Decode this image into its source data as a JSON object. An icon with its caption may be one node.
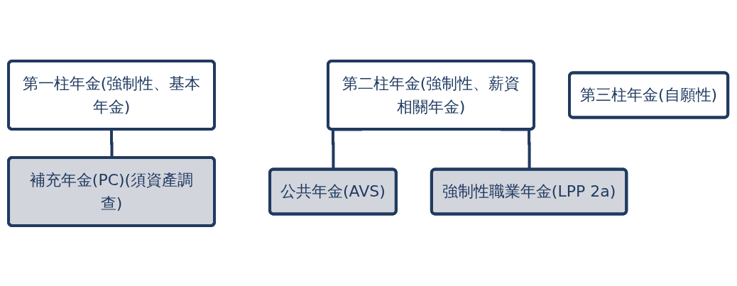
{
  "diagram": {
    "nodes": [
      {
        "text": [
          "第一柱年金(強制性、基本年金)"
        ]
      },
      {
        "text": [
          "補充年金(PC)(須資產調查)"
        ]
      },
      {
        "text": [
          "第二柱年金(強制性、薪資相關年金)"
        ]
      },
      {
        "text": [
          "公共年金(AVS)"
        ]
      },
      {
        "text": [
          "強制性職業年金(LPP 2a)"
        ]
      },
      {
        "text": [
          "第三柱年金(自願性)"
        ]
      }
    ],
    "edges": [
      {
        "from": 0,
        "to": 1,
        "arrow": "none"
      },
      {
        "from": 2,
        "to": 3,
        "arrow": "none"
      },
      {
        "from": 2,
        "to": 4,
        "arrow": "none"
      }
    ]
  }
}
